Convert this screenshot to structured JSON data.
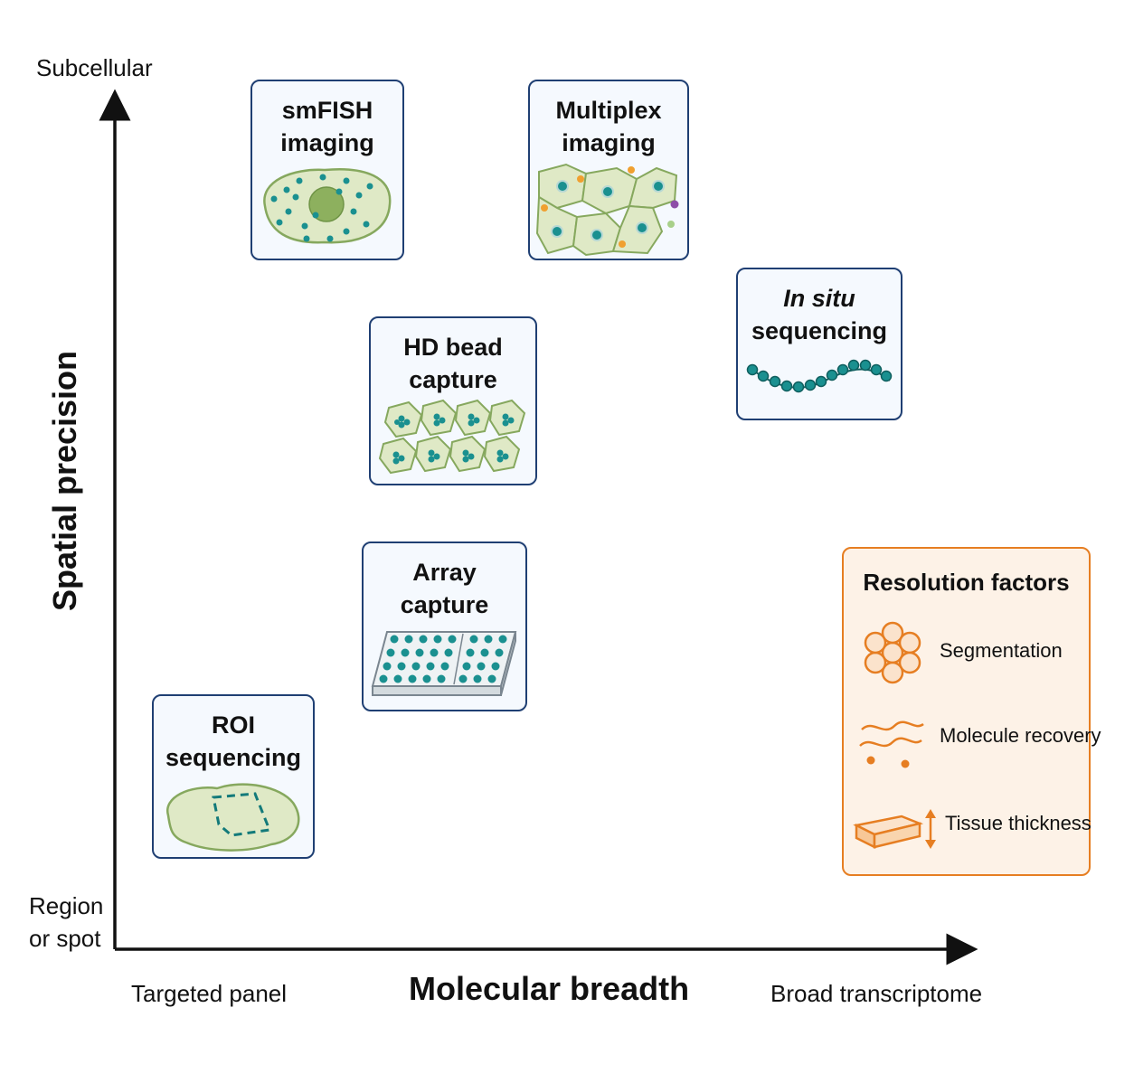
{
  "axes": {
    "y_title": "Spatial precision",
    "y_top": "Subcellular",
    "y_bottom_line1": "Region",
    "y_bottom_line2": "or spot",
    "x_title": "Molecular breadth",
    "x_left": "Targeted panel",
    "x_right": "Broad transcriptome"
  },
  "methods": {
    "smfish": {
      "line1": "smFISH",
      "line2": "imaging"
    },
    "multiplex": {
      "line1": "Multiplex",
      "line2": "imaging"
    },
    "insitu": {
      "line1": "In situ",
      "line2": "sequencing"
    },
    "hdbead": {
      "line1": "HD bead",
      "line2": "capture"
    },
    "array": {
      "line1": "Array",
      "line2": "capture"
    },
    "roi": {
      "line1": "ROI",
      "line2": "sequencing"
    }
  },
  "legend": {
    "title": "Resolution factors",
    "items": [
      {
        "label": "Segmentation",
        "icon": "segmentation-icon"
      },
      {
        "label": "Molecule recovery",
        "icon": "molecule-recovery-icon"
      },
      {
        "label": "Tissue thickness",
        "icon": "tissue-thickness-icon"
      }
    ]
  },
  "colors": {
    "axis": "#111111",
    "card_border": "#1f3f73",
    "teal": "#1a9090",
    "cell_fill": "#dfe9c6",
    "cell_stroke": "#86a85e",
    "legend_accent": "#e67e22"
  }
}
